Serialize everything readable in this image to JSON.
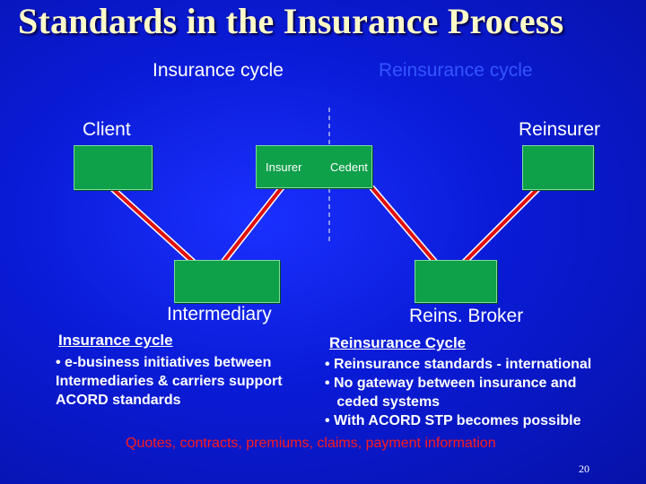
{
  "slide": {
    "title": "Standards in the Insurance Process",
    "header_left": "Insurance cycle",
    "header_right": "Reinsurance cycle",
    "diagram": {
      "client": "Client",
      "reinsurer": "Reinsurer",
      "insurer": "Insurer",
      "cedent": "Cedent",
      "intermediary": "Intermediary",
      "reins_broker": "Reins. Broker"
    },
    "left_section": {
      "heading": "Insurance cycle",
      "text": "• e-business initiatives between\nIntermediaries & carriers support\nACORD standards"
    },
    "right_section": {
      "heading": "Reinsurance Cycle",
      "text": "• Reinsurance standards - international\n• No gateway between insurance and\n   ceded systems\n• With ACORD STP becomes possible"
    },
    "footer": "Quotes, contracts, premiums, claims, payment information",
    "page_number": "20"
  },
  "colors": {
    "title": "#fffbc8",
    "box_green": "#0fa04a",
    "connector_red": "#e01010",
    "footer_red": "#ff1a1a"
  }
}
